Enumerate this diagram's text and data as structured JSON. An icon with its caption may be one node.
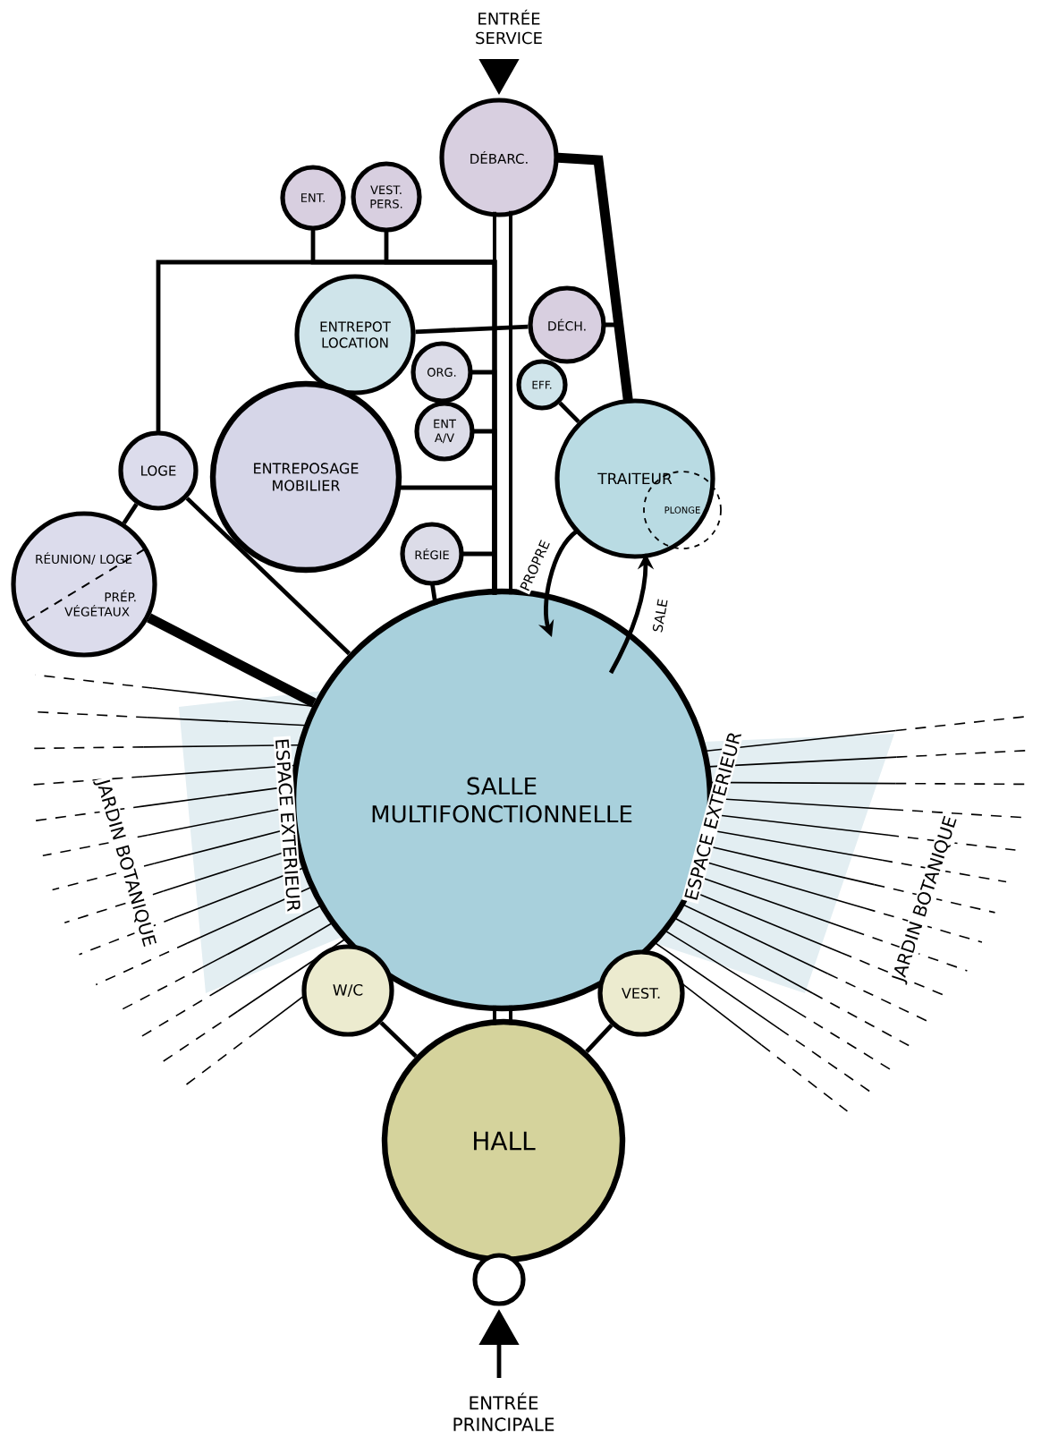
{
  "diagram": {
    "nodes": [
      {
        "text": [
          "ENTRÉE SERVICE"
        ]
      },
      {
        "text": [
          "DÉBARC."
        ]
      },
      {
        "text": [
          "ENT."
        ]
      },
      {
        "text": [
          "VEST. PERS."
        ]
      },
      {
        "text": [
          "ENTREPOT LOCATION"
        ]
      },
      {
        "text": [
          "DÉCH."
        ]
      },
      {
        "text": [
          "ORG."
        ]
      },
      {
        "text": [
          "EFF."
        ]
      },
      {
        "text": [
          "ENT A/V"
        ]
      },
      {
        "text": [
          "TRAITEUR"
        ]
      },
      {
        "text": [
          "PLONGE"
        ]
      },
      {
        "text": [
          "LOGE"
        ]
      },
      {
        "text": [
          "ENTREPOSAGE MOBILIER"
        ]
      },
      {
        "text": [
          "RÉUNION/ LOGE",
          "PRÉP. VÉGÉTAUX"
        ]
      },
      {
        "text": [
          "RÉGIE"
        ]
      },
      {
        "text": [
          "SALLE MULTIFONCTIONNELLE"
        ]
      },
      {
        "text": [
          "W/C"
        ]
      },
      {
        "text": [
          "VEST."
        ]
      },
      {
        "text": [
          "HALL"
        ]
      },
      {
        "text": [],
        "shape": "circle"
      },
      {
        "text": [
          "ENTRÉE PRINCIPALE"
        ]
      }
    ],
    "edges": [
      {
        "from": 0,
        "to": 1,
        "arrow": "to"
      },
      {
        "from": 1,
        "to": 15,
        "arrow": "none"
      },
      {
        "from": 1,
        "to": 15,
        "arrow": "none"
      },
      {
        "from": 1,
        "to": 9,
        "arrow": "none",
        "style": "thick"
      },
      {
        "from": 2,
        "to": 15,
        "arrow": "none"
      },
      {
        "from": 3,
        "to": 15,
        "arrow": "none"
      },
      {
        "from": 11,
        "to": 15,
        "arrow": "none"
      },
      {
        "from": 4,
        "to": 5,
        "arrow": "none"
      },
      {
        "from": 5,
        "to": 9,
        "arrow": "none"
      },
      {
        "from": 6,
        "to": 15,
        "arrow": "none"
      },
      {
        "from": 8,
        "to": 15,
        "arrow": "none"
      },
      {
        "from": 12,
        "to": 15,
        "arrow": "none"
      },
      {
        "from": 14,
        "to": 15,
        "arrow": "none"
      },
      {
        "from": 14,
        "to": 15,
        "arrow": "none"
      },
      {
        "from": 7,
        "to": 9,
        "arrow": "none"
      },
      {
        "from": 9,
        "to": 15,
        "arrow": "to",
        "label": "PROPRE"
      },
      {
        "from": 15,
        "to": 9,
        "arrow": "to",
        "label": "SALE"
      },
      {
        "from": 13,
        "to": 11,
        "arrow": "none"
      },
      {
        "from": 11,
        "to": 15,
        "arrow": "none"
      },
      {
        "from": 13,
        "to": 15,
        "arrow": "none",
        "style": "thick"
      },
      {
        "from": 15,
        "to": 18,
        "arrow": "none"
      },
      {
        "from": 15,
        "to": 18,
        "arrow": "none"
      },
      {
        "from": 16,
        "to": 18,
        "arrow": "none"
      },
      {
        "from": 17,
        "to": 18,
        "arrow": "none"
      },
      {
        "from": 20,
        "to": 19,
        "arrow": "to"
      }
    ],
    "labels": [
      "JARDIN BOTANIQUE",
      "ESPACE EXTERIEUR",
      "ESPACE EXTERIEUR",
      "JARDIN BOTANIQUE"
    ]
  }
}
